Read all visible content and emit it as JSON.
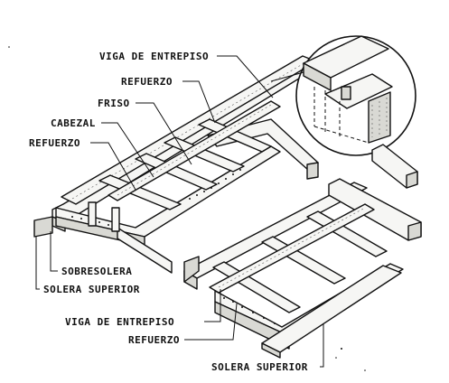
{
  "labels": {
    "viga_entrepiso_top": "VIGA DE ENTREPISO",
    "refuerzo_top": "REFUERZO",
    "friso": "FRISO",
    "cabezal": "CABEZAL",
    "refuerzo_left": "REFUERZO",
    "sobresolera": "SOBRESOLERA",
    "solera_superior_left": "SOLERA SUPERIOR",
    "viga_entrepiso_bottom": "VIGA DE ENTREPISO",
    "refuerzo_bottom": "REFUERZO",
    "solera_superior_bottom": "SOLERA SUPERIOR"
  }
}
